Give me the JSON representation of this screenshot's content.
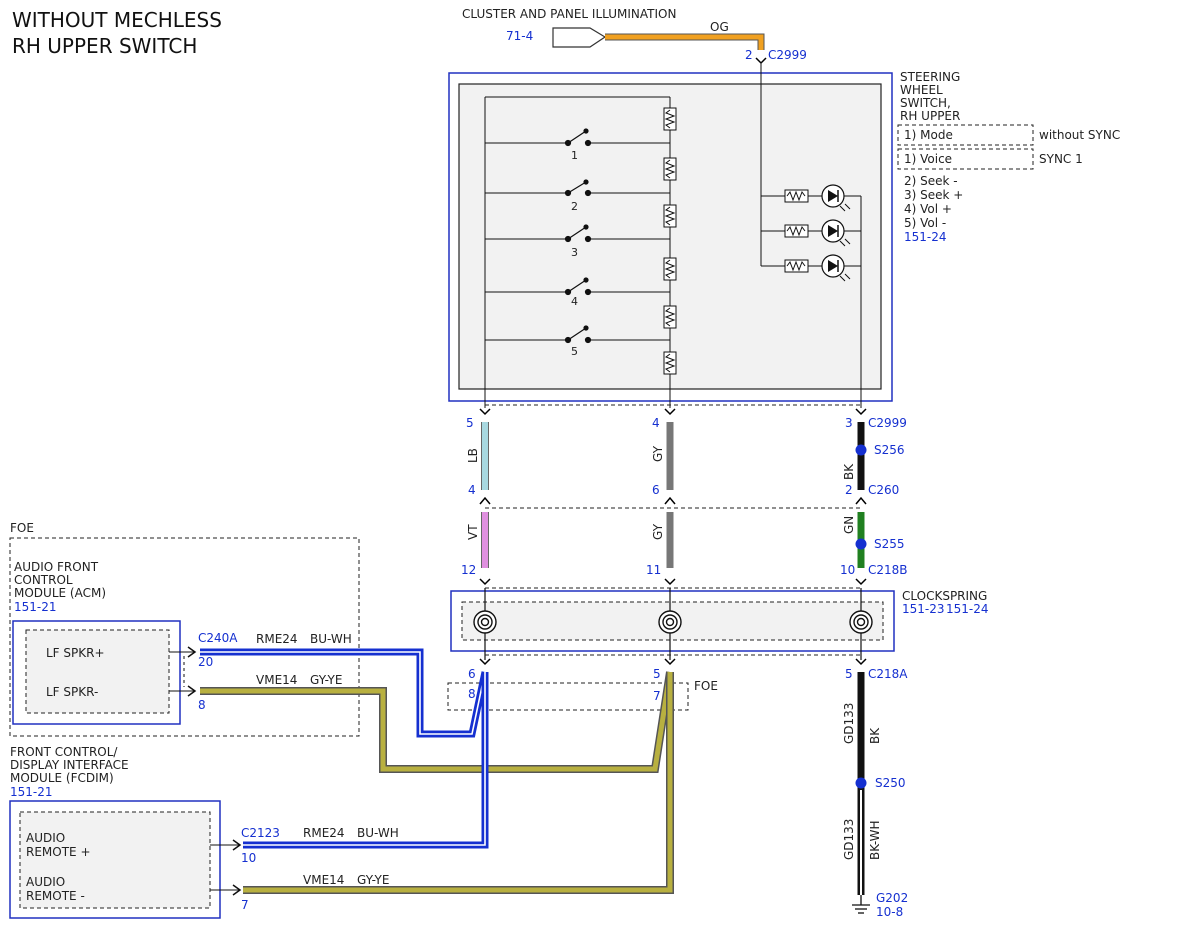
{
  "title": {
    "line1": "WITHOUT MECHLESS",
    "line2": "RH UPPER SWITCH"
  },
  "illumination": {
    "label": "CLUSTER AND PANEL ILLUMINATION",
    "ref": "71-4",
    "wire_color": "OG",
    "pin": "2",
    "connector": "C2999"
  },
  "steering_switch": {
    "name_lines": [
      "STEERING",
      "WHEEL",
      "SWITCH,",
      "RH UPPER"
    ],
    "mode_label": "1) Mode",
    "mode_note": "without SYNC",
    "voice_label": "1) Voice",
    "voice_note": "SYNC 1",
    "functions": [
      "2) Seek -",
      "3) Seek +",
      "4) Vol +",
      "5) Vol -"
    ],
    "ref": "151-24",
    "switch_numbers": [
      "1",
      "2",
      "3",
      "4",
      "5"
    ]
  },
  "upper_connectors": {
    "pins_top": [
      "5",
      "4",
      "3"
    ],
    "c2999": "C2999",
    "wires_upper": [
      "LB",
      "GY",
      "BK"
    ],
    "pins_lower": [
      "4",
      "6",
      "2"
    ],
    "c260": "C260",
    "splice_s256": "S256",
    "wires_mid": [
      "VT",
      "GY",
      "GN"
    ],
    "splice_s255": "S255",
    "pins_c218b": [
      "12",
      "11",
      "10"
    ],
    "c218b": "C218B"
  },
  "clockspring": {
    "name": "CLOCKSPRING",
    "ref1": "151-23",
    "ref2": "151-24"
  },
  "lower": {
    "pins_c218a": [
      "6",
      "5",
      "5"
    ],
    "c218a": "C218A",
    "foe_pins": [
      "8",
      "7"
    ],
    "foe_label": "FOE",
    "ground_circuit": "GD133",
    "ground_wire1": "BK",
    "splice_s250": "S250",
    "ground_wire2": "BK-WH",
    "ground": "G202",
    "ground_ref": "10-8"
  },
  "acm": {
    "foe_label": "FOE",
    "name_lines": [
      "AUDIO FRONT",
      "CONTROL",
      "MODULE (ACM)"
    ],
    "ref": "151-21",
    "pin_plus_label": "LF SPKR+",
    "pin_minus_label": "LF SPKR-",
    "connector": "C240A",
    "pin_plus": "20",
    "pin_minus": "8",
    "circuit_plus": "RME24",
    "color_plus": "BU-WH",
    "circuit_minus": "VME14",
    "color_minus": "GY-YE"
  },
  "fcdim": {
    "name_lines": [
      "FRONT CONTROL/",
      "DISPLAY INTERFACE",
      "MODULE (FCDIM)"
    ],
    "ref": "151-21",
    "plus_lines": [
      "AUDIO",
      "REMOTE +"
    ],
    "minus_lines": [
      "AUDIO",
      "REMOTE -"
    ],
    "connector": "C2123",
    "pin_plus": "10",
    "pin_minus": "7",
    "circuit_plus": "RME24",
    "color_plus": "BU-WH",
    "circuit_minus": "VME14",
    "color_minus": "GY-YE"
  },
  "colors": {
    "orange": "#f0a020",
    "blue": "#1530d0",
    "gy_ye": "#b8b040",
    "gray": "#777777",
    "lb": "#a8d8e0",
    "vt": "#e090e0",
    "green": "#208020"
  }
}
